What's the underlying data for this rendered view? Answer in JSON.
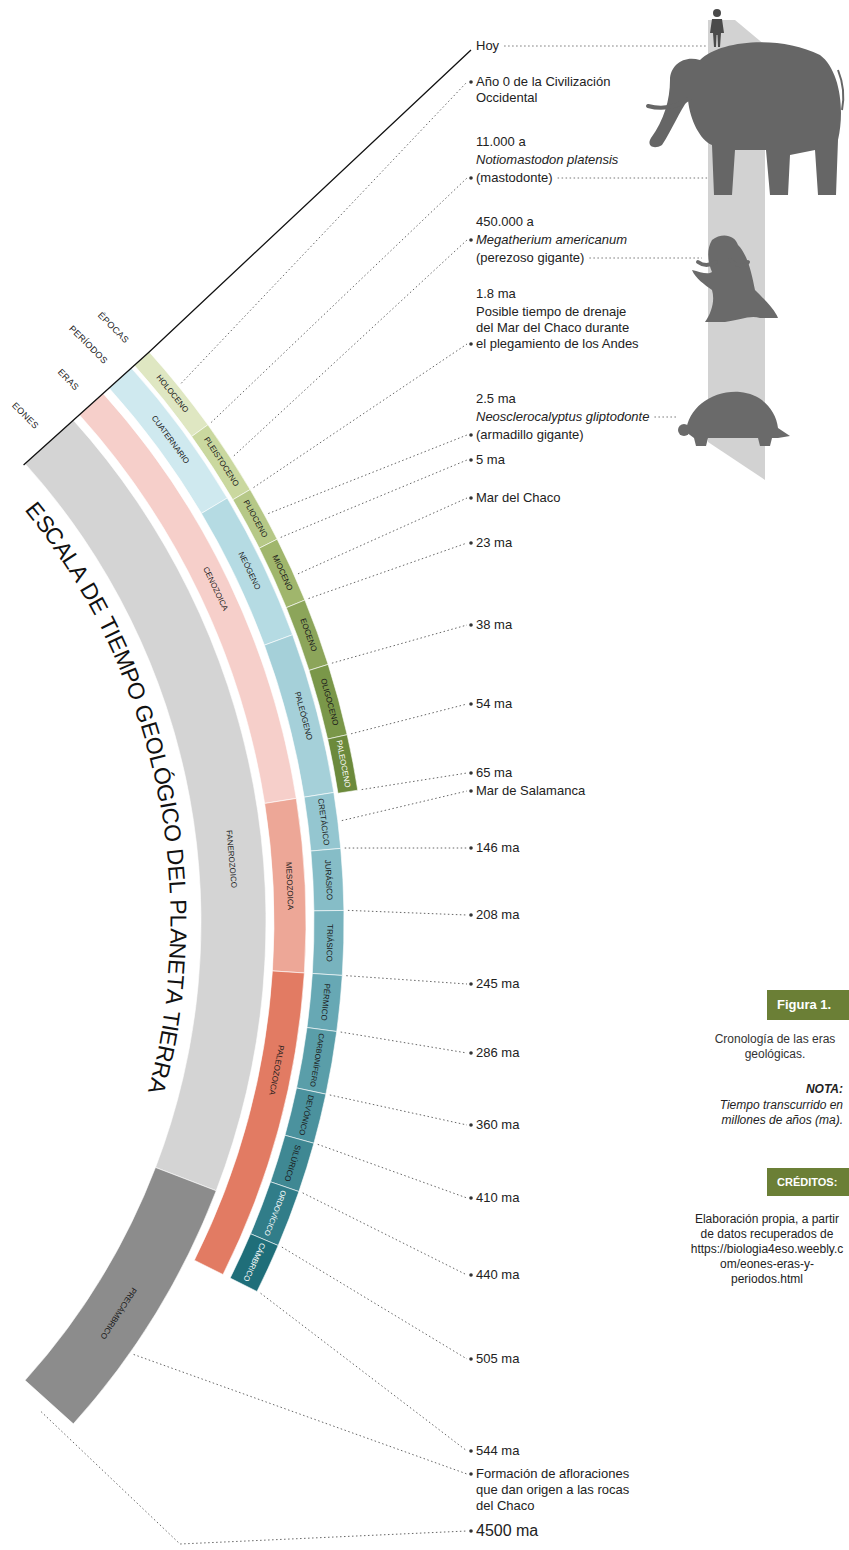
{
  "diagram": {
    "title": "ESCALA DE TIEMPO GEOLÓGICO DEL PLANETA TIERRA",
    "caption": "Cronología de las eras geológicas.",
    "nodes": [
      {
        "text": [
          "FANEROZOICO"
        ]
      },
      {
        "text": [
          "PRECÁMBRICO"
        ]
      },
      {
        "text": [
          "CENOZOICA"
        ]
      },
      {
        "text": [
          "MESOZOICA"
        ]
      },
      {
        "text": [
          "PALEOZOICA"
        ]
      },
      {
        "text": [
          "CUATERNARIO"
        ]
      },
      {
        "text": [
          "NEÓGENO"
        ]
      },
      {
        "text": [
          "PALEÓGENO"
        ]
      },
      {
        "text": [
          "CRETÁCICO"
        ]
      },
      {
        "text": [
          "JURÁSICO"
        ]
      },
      {
        "text": [
          "TRIÁSICO"
        ]
      },
      {
        "text": [
          "PÉRMICO"
        ]
      },
      {
        "text": [
          "CARBONÍFERO"
        ]
      },
      {
        "text": [
          "DEVÓNICO"
        ]
      },
      {
        "text": [
          "SILÚRICO"
        ]
      },
      {
        "text": [
          "ORDOVÍCICO"
        ]
      },
      {
        "text": [
          "CÁMBRICO"
        ]
      },
      {
        "text": [
          "HOLOCENO"
        ]
      },
      {
        "text": [
          "PLEISTOCENO"
        ]
      },
      {
        "text": [
          "PLIOCENO"
        ]
      },
      {
        "text": [
          "MIOCENO"
        ]
      },
      {
        "text": [
          "EOCENO"
        ]
      },
      {
        "text": [
          "OLIGOCENO"
        ]
      },
      {
        "text": [
          "PALEOCENO"
        ]
      },
      {
        "text": [
          "Figura 1."
        ]
      },
      {
        "text": [
          "CRÉDITOS:"
        ]
      }
    ],
    "labels": [
      "ÉPOCAS",
      "PERÍODOS",
      "ERAS",
      "EONES",
      "Hoy",
      "Año 0 de la Civilización Occidental",
      "11.000 a",
      "Notiomastodon platensis",
      "(mastodonte)",
      "450.000 a",
      "Megatherium americanum",
      "(perezoso gigante)",
      "1.8 ma",
      "Posible tiempo de drenaje del Mar del Chaco durante el plegamiento de los Andes",
      "2.5 ma",
      "Neosclerocalyptus gliptodonte",
      "(armadillo gigante)",
      "5 ma",
      "Mar del Chaco",
      "23 ma",
      "38 ma",
      "54 ma",
      "65 ma",
      "Mar de Salamanca",
      "146 ma",
      "208 ma",
      "245 ma",
      "286 ma",
      "360 ma",
      "410 ma",
      "440 ma",
      "505 ma",
      "544 ma",
      "Formación de afloraciones que dan origen a las rocas del Chaco",
      "4500 ma",
      "NOTA:",
      "Tiempo transcurrido en millones de años (ma).",
      "Elaboración propia, a partir de datos recuperados de https://biologia4eso.weebly.com/eones-eras-y-periodos.html"
    ]
  }
}
